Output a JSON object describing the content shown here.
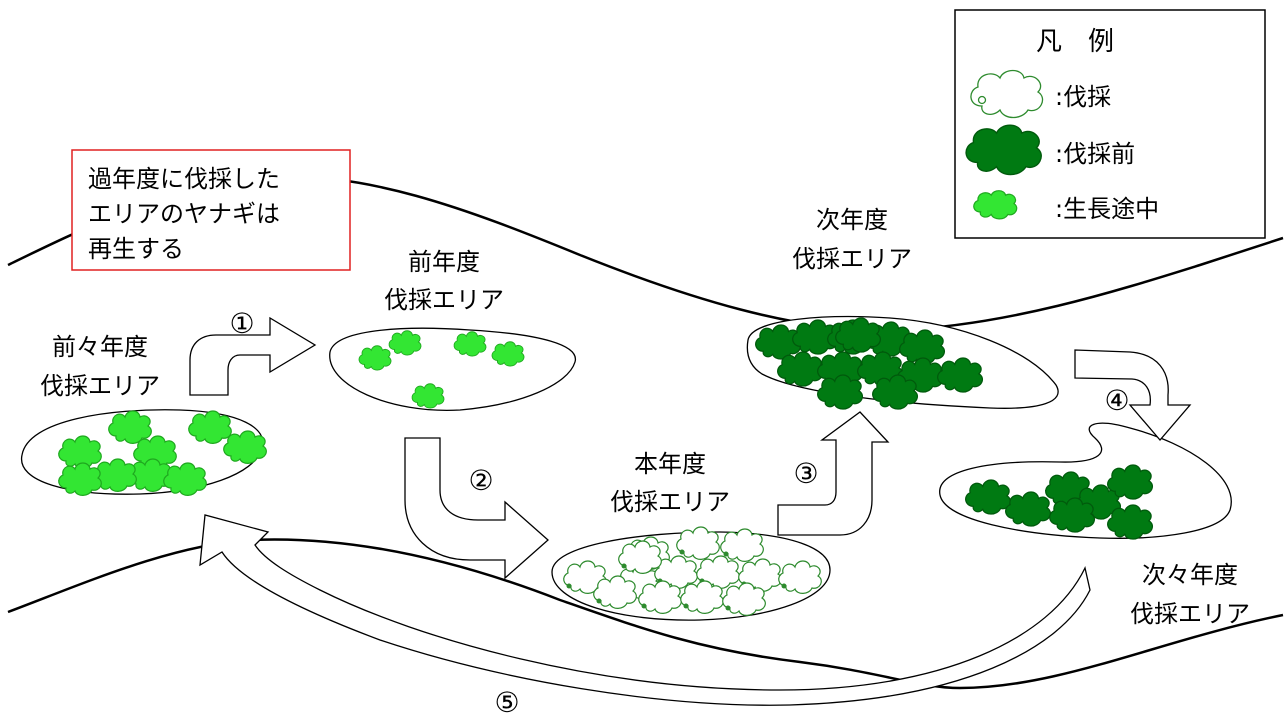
{
  "colors": {
    "cut": "#2e8b2e",
    "before_cut": "#007a12",
    "before_cut_stroke": "#005a0c",
    "growing": "#33e633",
    "growing_stroke": "#1fa81f",
    "note_border": "#e02020"
  },
  "icons": {
    "cut": "open-willow-cluster-icon",
    "before_cut": "dense-willow-cluster-icon",
    "growing": "young-willow-cluster-icon"
  },
  "legend": {
    "title": "凡　例",
    "items": [
      {
        "key": "cut",
        "label": ":伐採"
      },
      {
        "key": "before_cut",
        "label": ":伐採前"
      },
      {
        "key": "growing",
        "label": ":生長途中"
      }
    ]
  },
  "note": {
    "lines": [
      "過年度に伐採した",
      "エリアのヤナギは",
      "再生する"
    ]
  },
  "areas": [
    {
      "id": "two-years-ago",
      "label": [
        "前々年度",
        "伐採エリア"
      ],
      "state": "growing"
    },
    {
      "id": "last-year",
      "label": [
        "前年度",
        "伐採エリア"
      ],
      "state": "growing"
    },
    {
      "id": "this-year",
      "label": [
        "本年度",
        "伐採エリア"
      ],
      "state": "cut"
    },
    {
      "id": "next-year",
      "label": [
        "次年度",
        "伐採エリア"
      ],
      "state": "before_cut"
    },
    {
      "id": "year-after-next",
      "label": [
        "次々年度",
        "伐採エリア"
      ],
      "state": "before_cut"
    }
  ],
  "steps": [
    "①",
    "②",
    "③",
    "④",
    "⑤"
  ]
}
